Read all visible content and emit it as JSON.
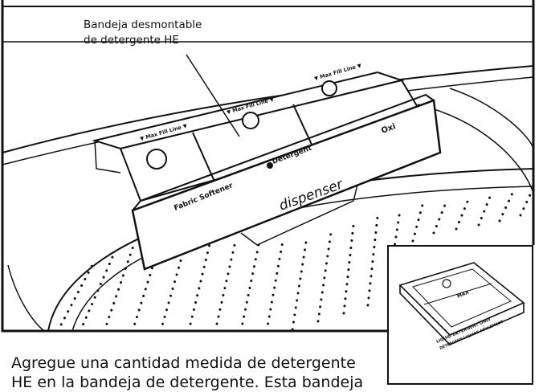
{
  "illustration": {
    "callout_lines": [
      "Bandeja desmontable",
      "de detergente HE"
    ],
    "drawer_labels": {
      "max_fill": "▼ Max Fill Line ▼",
      "fabric_softener": "Fabric Softener",
      "detergent": "Detergent",
      "oxi": "Oxi",
      "dispenser": "dispenser"
    }
  },
  "inset": {
    "max_label": "MAX",
    "liquid_only_line1": "LIQUID DETERGENT ONLY",
    "liquid_only_line2": "DÉTERGENT LIQUIDE SEULEMENT"
  },
  "caption": {
    "lines": [
      "Agregue una cantidad medida de detergente",
      "HE en la bandeja de detergente. Esta bandeja"
    ]
  }
}
